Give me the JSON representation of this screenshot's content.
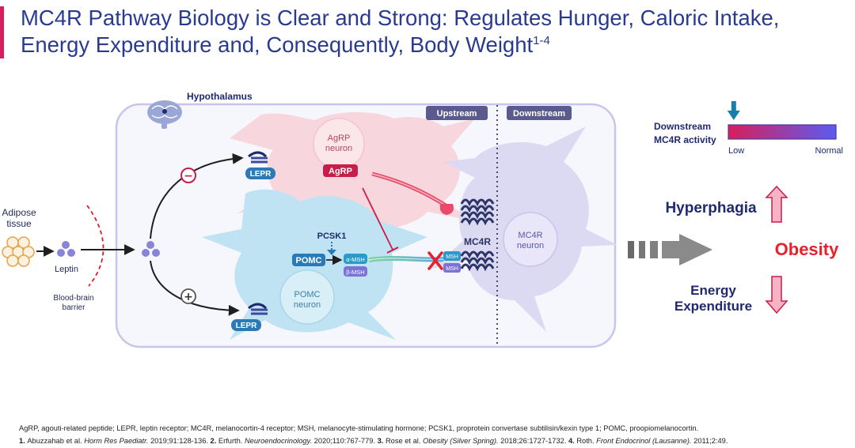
{
  "title": {
    "line1": "MC4R Pathway Biology is Clear and Strong: Regulates Hunger, Caloric Intake,",
    "line2": "Energy Expenditure and, Consequently, Body Weight",
    "superscript": "1-4"
  },
  "diagram": {
    "hypothalamus_label": "Hypothalamus",
    "upstream_label": "Upstream",
    "downstream_label": "Downstream",
    "adipose_line1": "Adipose",
    "adipose_line2": "tissue",
    "leptin_label": "Leptin",
    "bbb_line1": "Blood-brain",
    "bbb_line2": "barrier",
    "lepr_top": "LEPR",
    "lepr_bottom": "LEPR",
    "agrp_neuron_line1": "AgRP",
    "agrp_neuron_line2": "neuron",
    "agrp_tag": "AgRP",
    "pcsk1_label": "PCSK1",
    "pomc_tag": "POMC",
    "alpha_msh": "α-MSH",
    "beta_msh": "β-MSH",
    "msh_top": "MSH",
    "msh_bottom": "MSH",
    "mc4r_label": "MC4R",
    "pomc_neuron_line1": "POMC",
    "pomc_neuron_line2": "neuron",
    "mc4r_neuron_line1": "MC4R",
    "mc4r_neuron_line2": "neuron",
    "minus_sign": "−",
    "plus_sign": "+"
  },
  "activity_scale": {
    "label_line1": "Downstream",
    "label_line2": "MC4R activity",
    "low": "Low",
    "normal": "Normal",
    "level": 0.05,
    "gradient_start": "#d81e5b",
    "gradient_end": "#5b5cf0"
  },
  "outcomes": {
    "hyperphagia": "Hyperphagia",
    "obesity": "Obesity",
    "energy_line1": "Energy",
    "energy_line2": "Expenditure"
  },
  "colors": {
    "navy": "#1f2a6e",
    "obesity_red": "#e8202a",
    "agrp_red": "#c81d4a",
    "pomc_blue": "#2a7ab8",
    "neuron_pink": "#f8d6dd",
    "neuron_blue": "#bfe3f2",
    "neuron_lavender": "#dcd9f3"
  },
  "footer": {
    "abbrev": "AgRP, agouti-related peptide; LEPR, leptin receptor; MC4R, melanocortin-4 receptor; MSH, melanocyte-stimulating hormone; PCSK1, proprotein convertase subtilisin/kexin type 1; POMC, proopiomelanocortin.",
    "refs": [
      {
        "num": "1.",
        "authors": "Abuzzahab et al.",
        "journal": "Horm Res Paediatr.",
        "detail": "2019;91:128-136."
      },
      {
        "num": "2.",
        "authors": "Erfurth.",
        "journal": "Neuroendocrinology.",
        "detail": "2020;110:767-779."
      },
      {
        "num": "3.",
        "authors": "Rose et al.",
        "journal": "Obesity (Silver Spring).",
        "detail": "2018;26:1727-1732."
      },
      {
        "num": "4.",
        "authors": "Roth.",
        "journal": "Front Endocrinol (Lausanne).",
        "detail": "2011;2:49."
      }
    ]
  }
}
